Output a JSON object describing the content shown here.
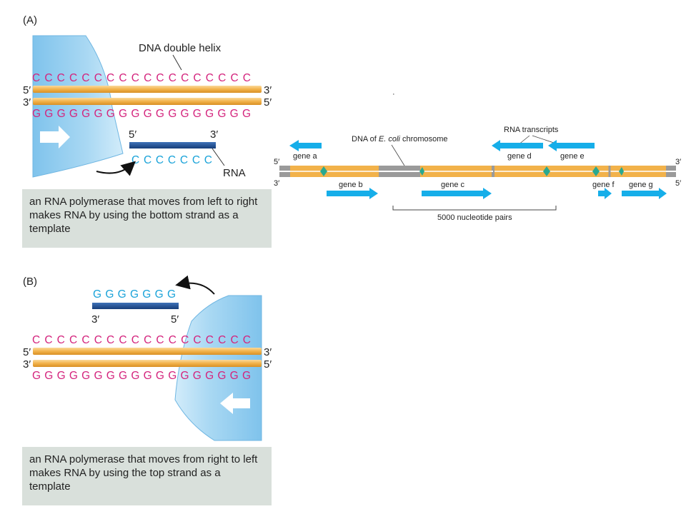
{
  "panel_a": {
    "label": "(A)",
    "helix_label": "DNA double helix",
    "top_strand": {
      "bases": "C C C C C C C C C C C C C C C C C C",
      "left_end": "5′",
      "right_end": "3′"
    },
    "bottom_strand": {
      "bases": "G G G G G G G G G G G G G G G G G G",
      "left_end": "3′",
      "right_end": "5′"
    },
    "rna": {
      "bases": "C C C C C C C",
      "left_end": "5′",
      "right_end": "3′",
      "label": "RNA"
    },
    "caption": "an RNA polymerase that moves from left to right makes RNA by using the bottom strand as a template"
  },
  "panel_b": {
    "label": "(B)",
    "top_strand": {
      "bases": "C C C C C C C C C C C C C C C C C C",
      "left_end": "5′",
      "right_end": "3′"
    },
    "bottom_strand": {
      "bases": "G G G G G G G G G G G G G G G G G G",
      "left_end": "3′",
      "right_end": "5′"
    },
    "rna": {
      "bases": "G G G G G G G",
      "left_end": "3′",
      "right_end": "5′"
    },
    "caption": "an RNA polymerase that moves from right to left makes RNA by using the top strand as a template"
  },
  "chromosome": {
    "dna_label_prefix": "DNA of",
    "dna_label_species": "E. coli",
    "dna_label_suffix": "chromosome",
    "transcripts_label": "RNA transcripts",
    "left_top_end": "5′",
    "left_bottom_end": "3′",
    "right_top_end": "3′",
    "right_bottom_end": "5′",
    "scale_label": "5000 nucleotide pairs",
    "genes": [
      {
        "name": "gene a",
        "strand": "top"
      },
      {
        "name": "gene b",
        "strand": "bottom"
      },
      {
        "name": "gene c",
        "strand": "bottom"
      },
      {
        "name": "gene d",
        "strand": "top"
      },
      {
        "name": "gene e",
        "strand": "top"
      },
      {
        "name": "gene f",
        "strand": "bottom"
      },
      {
        "name": "gene g",
        "strand": "bottom"
      }
    ]
  },
  "colors": {
    "strand": "#f2b24a",
    "rna_bar": "#1f4f93",
    "polymerase": "#9fd0ef",
    "base": "#d4247d",
    "rna_base": "#1aa3d9",
    "gene_arrow": "#16aee9",
    "caption_bg": "#d9e0db"
  }
}
